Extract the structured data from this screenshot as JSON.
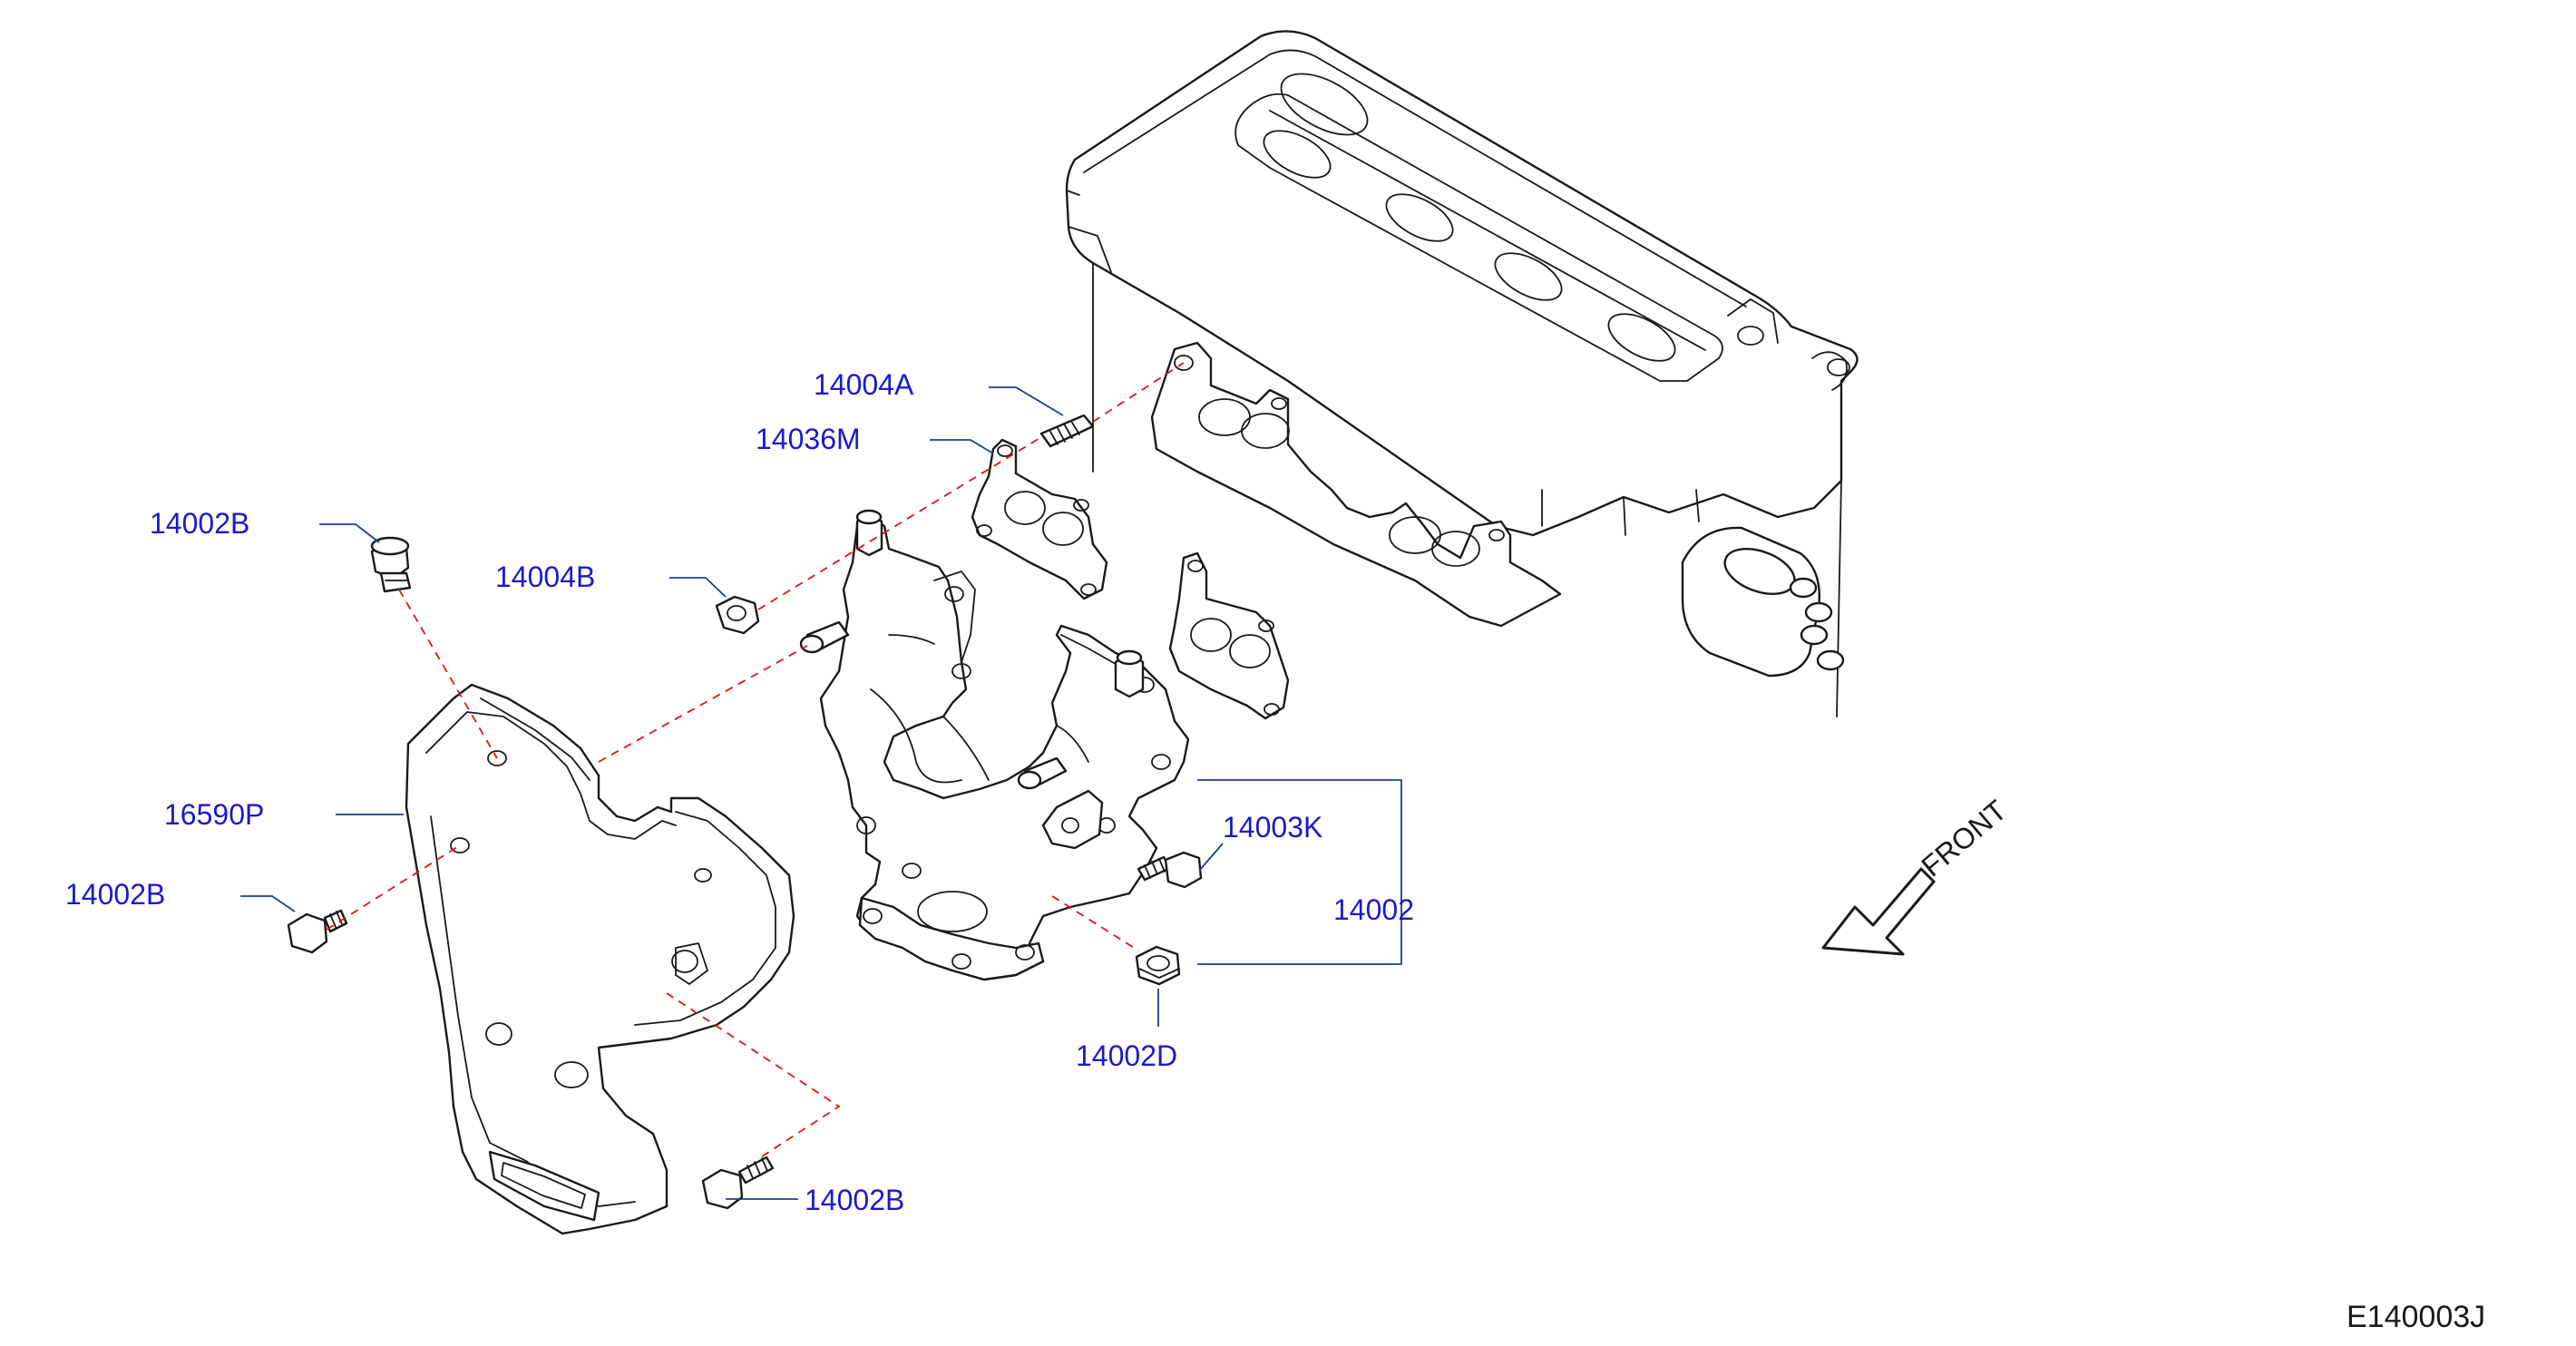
{
  "labels": {
    "p14004A": "14004A",
    "p14036M": "14036M",
    "p14002B_top": "14002B",
    "p14004B": "14004B",
    "p16590P": "16590P",
    "p14002B_left": "14002B",
    "p14003K": "14003K",
    "p14002": "14002",
    "p14002D": "14002D",
    "p14002B_bottom": "14002B"
  },
  "front_text": "FRONT",
  "diagram_ref": "E140003J",
  "colors": {
    "label": "#1a1acc",
    "leader": "#1f3e8c",
    "dashed_guide": "#e01414",
    "line_art": "#1a1a1a"
  },
  "icons": {
    "front_direction": "arrow-down-left-icon"
  }
}
